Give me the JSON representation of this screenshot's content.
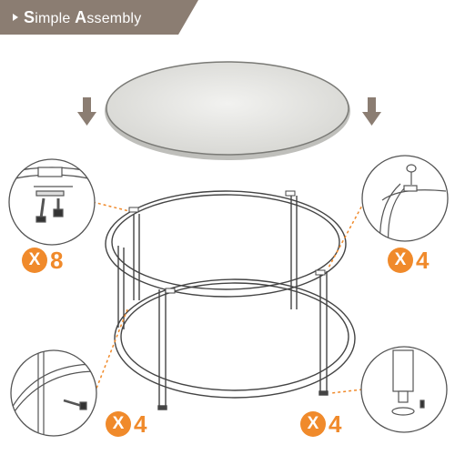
{
  "header": {
    "title_prefix_initial": "S",
    "title_prefix_rest": "imple ",
    "title_suffix_initial": "A",
    "title_suffix_rest": "ssembly"
  },
  "callouts": [
    {
      "letter": "X",
      "count": "8"
    },
    {
      "letter": "X",
      "count": "4"
    },
    {
      "letter": "X",
      "count": "4"
    },
    {
      "letter": "X",
      "count": "4"
    }
  ],
  "colors": {
    "banner": "#8b7d72",
    "accent": "#f08a2b",
    "line": "#555555",
    "glass": "#e6e6e4"
  }
}
